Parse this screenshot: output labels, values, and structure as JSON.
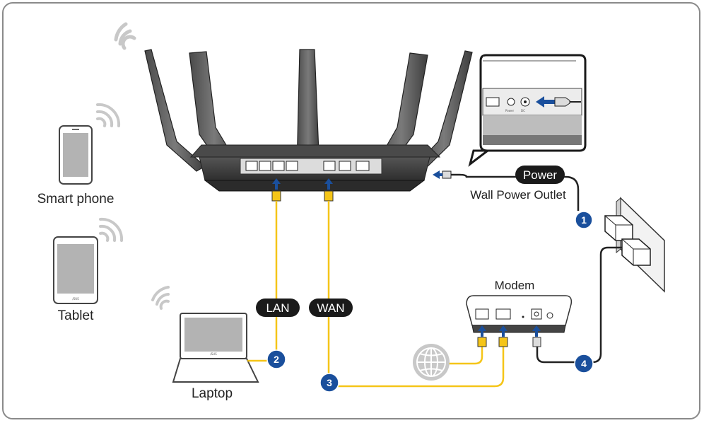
{
  "labels": {
    "smart_phone": "Smart phone",
    "tablet": "Tablet",
    "laptop": "Laptop",
    "modem": "Modem",
    "wall_power_outlet": "Wall Power Outlet"
  },
  "tags": {
    "power": "Power",
    "lan": "LAN",
    "wan": "WAN"
  },
  "steps": [
    "1",
    "2",
    "3",
    "4"
  ],
  "brand": "/SUS",
  "colors": {
    "cable": "#f5c518",
    "step_badge": "#1a4f9c",
    "tag_bg": "#1a1a1a",
    "device_screen": "#b3b3b3",
    "frame": "#8a8a8a"
  },
  "icons": [
    "wifi-signal-icon",
    "globe-icon",
    "power-plug-icon",
    "ethernet-port-icon"
  ]
}
